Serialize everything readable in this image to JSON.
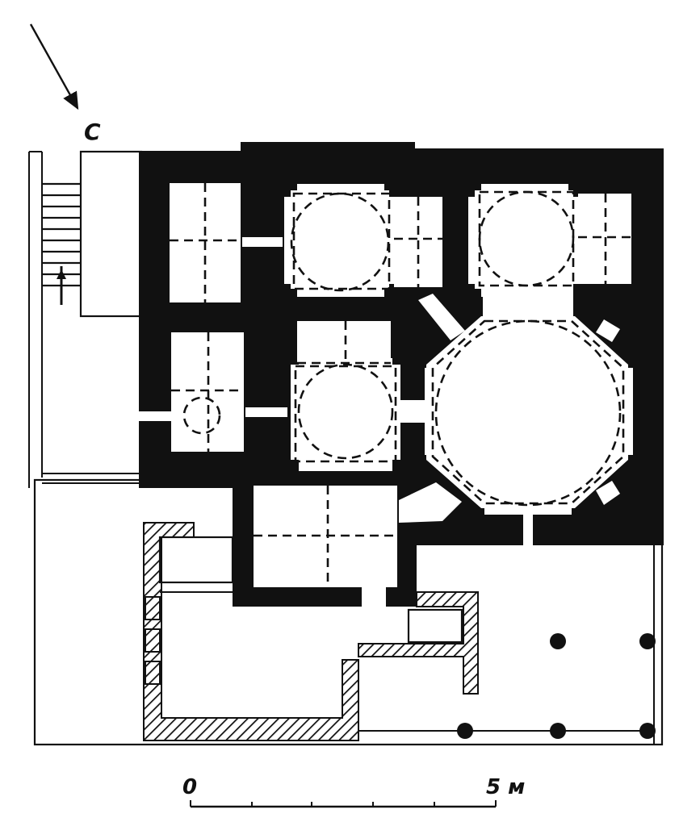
{
  "compass": {
    "label": "С"
  },
  "scale": {
    "start_label": "0",
    "end_label": "5 м"
  }
}
